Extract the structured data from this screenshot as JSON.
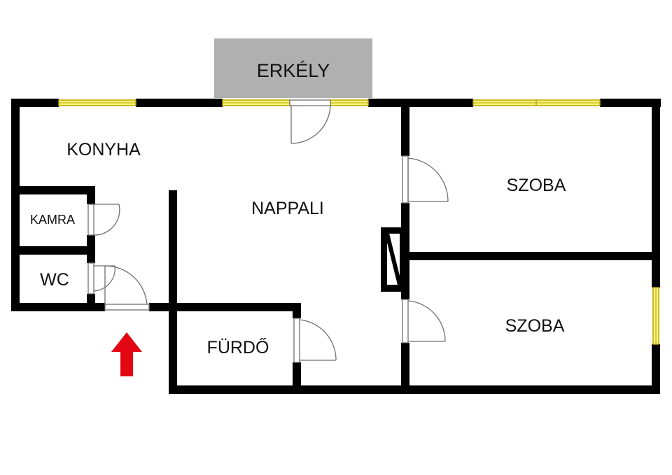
{
  "plan": {
    "balcony_label": "ERKÉLY",
    "rooms": {
      "kitchen": "KONYHA",
      "living_room": "NAPPALI",
      "pantry": "KAMRA",
      "wc": "WC",
      "bathroom": "FÜRDŐ",
      "bedroom_1": "SZOBA",
      "bedroom_2": "SZOBA"
    },
    "entrance_icon": "red-up-arrow",
    "colors": {
      "wall": "#000000",
      "window_fill": "#fff27a",
      "window_edge": "#b5a800",
      "balcony": "#b0b0b0",
      "door": "#707070",
      "arrow": "#e30613"
    }
  }
}
